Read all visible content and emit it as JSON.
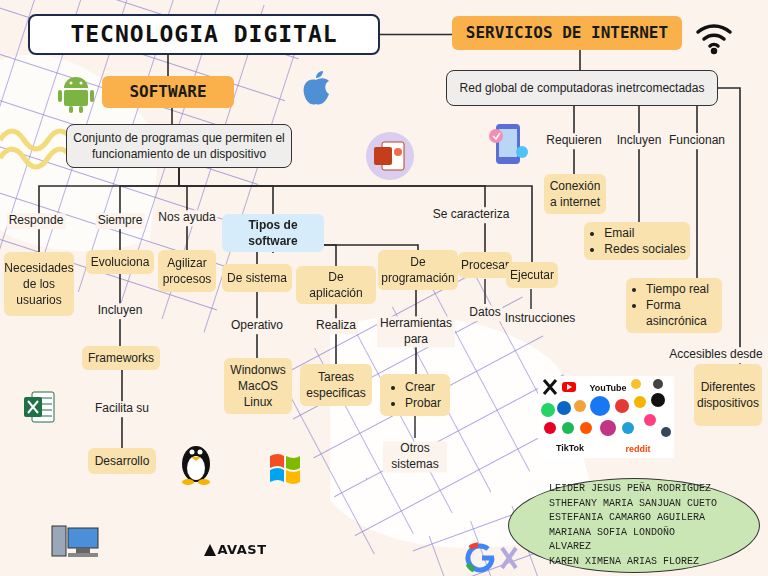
{
  "diagram": {
    "nodes": [
      {
        "text": [
          "TECNOLOGIA DIGITAL"
        ]
      },
      {
        "text": [
          "SERVICIOS DE INTERNET"
        ]
      },
      {
        "text": [
          "SOFTWARE"
        ]
      },
      {
        "text": [
          "Conjunto de programas que permiten el funcionamiento de un dispositivo"
        ]
      },
      {
        "text": [
          "Red global de computadoras inetrcomectadas"
        ]
      },
      {
        "text": [
          "Necesidades de los usuarios"
        ]
      },
      {
        "text": [
          "Evoluciona"
        ]
      },
      {
        "text": [
          "Agilizar procesos"
        ]
      },
      {
        "text": [
          "Tipos de software"
        ]
      },
      {
        "text": [
          "De sistema"
        ]
      },
      {
        "text": [
          "De aplicación"
        ]
      },
      {
        "text": [
          "De programación"
        ]
      },
      {
        "text": [
          "Procesar"
        ]
      },
      {
        "text": [
          "Ejecutar"
        ]
      },
      {
        "text": [
          "Frameworks"
        ]
      },
      {
        "text": [
          "Desarrollo"
        ]
      },
      {
        "text": [
          "Windonws MacOS Linux"
        ]
      },
      {
        "text": [
          "Tareas especificas"
        ]
      },
      {
        "text": [
          "Crear",
          "Probar"
        ]
      },
      {
        "text": [
          "Conexión a internet"
        ]
      },
      {
        "text": [
          "Email",
          "Redes sociales"
        ]
      },
      {
        "text": [
          "Tiempo real",
          "Forma asincrónica"
        ]
      },
      {
        "text": [
          "Diferentes dispositivos"
        ]
      },
      {
        "text": [
          "LEIDER JESUS PEÑA RODRIGUEZ",
          "STHEFANY MARIA SANJUAN CUETO",
          "ESTEFANIA CAMARGO AGUILERA",
          "MARIANA SOFIA LONDOÑO ALVAREZ",
          "KAREN XIMENA ARIAS FLOREZ"
        ]
      }
    ],
    "edges": [
      {
        "from": 0,
        "to": 1,
        "arrow": "none"
      },
      {
        "from": 0,
        "to": 2,
        "arrow": "none"
      },
      {
        "from": 2,
        "to": 3,
        "arrow": "none"
      },
      {
        "from": 3,
        "to": 5,
        "label": "Responde",
        "arrow": "none"
      },
      {
        "from": 3,
        "to": 6,
        "label": "Siempre",
        "arrow": "none"
      },
      {
        "from": 3,
        "to": 7,
        "label": "Nos ayuda",
        "arrow": "none"
      },
      {
        "from": 3,
        "to": 8,
        "arrow": "none"
      },
      {
        "from": 3,
        "to": 12,
        "label": "Se caracteriza",
        "arrow": "none"
      },
      {
        "from": 3,
        "to": 13,
        "arrow": "none"
      },
      {
        "from": 8,
        "to": 9,
        "arrow": "none"
      },
      {
        "from": 8,
        "to": 10,
        "arrow": "none"
      },
      {
        "from": 8,
        "to": 11,
        "arrow": "none"
      },
      {
        "from": 6,
        "to": 14,
        "label": "Incluyen",
        "arrow": "none"
      },
      {
        "from": 14,
        "to": 15,
        "label": "Facilita su",
        "arrow": "none"
      },
      {
        "from": 9,
        "to": 16,
        "label": "Operativo",
        "arrow": "none"
      },
      {
        "from": 10,
        "to": 17,
        "label": "Realiza",
        "arrow": "none"
      },
      {
        "from": 11,
        "to": 18,
        "label": "Herramientas para",
        "arrow": "none"
      },
      {
        "from": 1,
        "to": 4,
        "arrow": "none"
      },
      {
        "from": 4,
        "to": 19,
        "label": "Requieren",
        "arrow": "none"
      },
      {
        "from": 4,
        "to": 20,
        "label": "Incluyen",
        "arrow": "none"
      },
      {
        "from": 4,
        "to": 21,
        "label": "Funcionan",
        "arrow": "none"
      },
      {
        "from": 4,
        "to": 22,
        "label": "Accesibles desde",
        "arrow": "none"
      }
    ],
    "labels": [
      "Datos",
      "Instrucciones",
      "Otros sistemas",
      "AVAST",
      "YouTube",
      "TikTok",
      "reddit"
    ]
  }
}
